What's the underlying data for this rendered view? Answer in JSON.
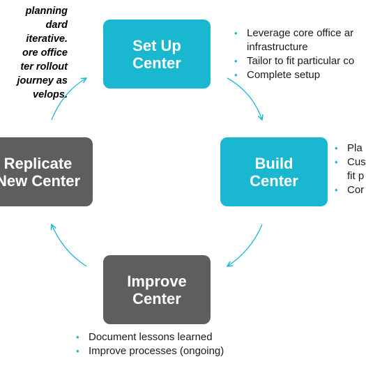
{
  "intro": {
    "lines": [
      "planning",
      "dard",
      "iterative.",
      "ore office",
      "ter rollout",
      "journey as",
      "velops."
    ]
  },
  "boxes": {
    "setup": {
      "line1": "Set Up",
      "line2": "Center"
    },
    "build": {
      "line1": "Build",
      "line2": "Center"
    },
    "improve": {
      "line1": "Improve",
      "line2": "Center"
    },
    "replicate": {
      "line1": "Replicate",
      "line2": "New Center"
    }
  },
  "setup_bullets": [
    {
      "text": "Leverage core office ar",
      "cont": "infrastructure"
    },
    {
      "text": "Tailor to fit particular co"
    },
    {
      "text": "Complete setup"
    }
  ],
  "build_bullets": [
    {
      "text": "Pla"
    },
    {
      "text": "Cus",
      "cont": "fit p"
    },
    {
      "text": "Cor"
    }
  ],
  "improve_bullets": [
    {
      "text": "Document lessons learned"
    },
    {
      "text": "Improve processes (ongoing)"
    }
  ],
  "colors": {
    "teal": "#1ab7d0",
    "gray": "#5c5e60",
    "arrow": "#1ab7d0"
  }
}
